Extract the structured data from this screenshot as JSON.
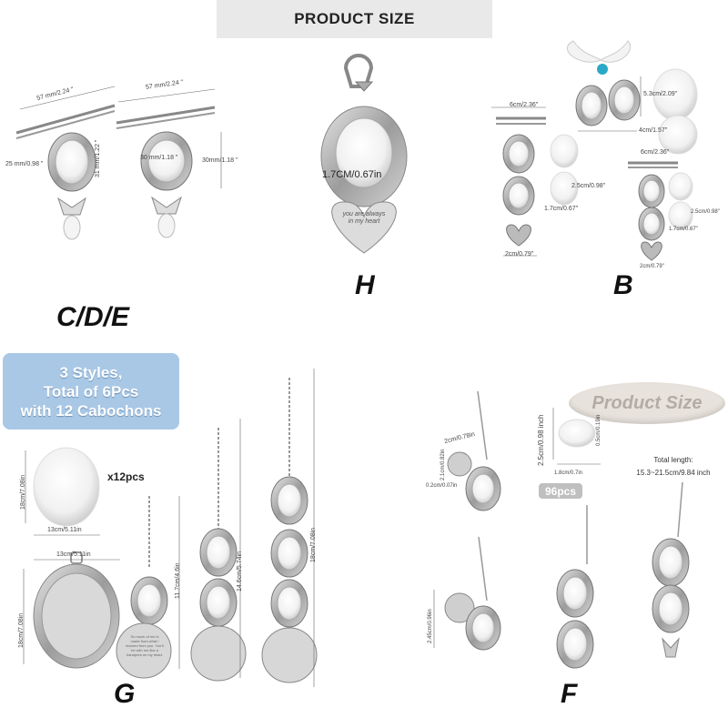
{
  "banner": {
    "title": "PRODUCT SIZE"
  },
  "labels": {
    "cde": "C/D/E",
    "h": "H",
    "b": "B",
    "g": "G",
    "f": "F"
  },
  "cde_dims": {
    "pin_length_a": "57 mm/2.24 \"",
    "pin_length_b": "57 mm/2.24 \"",
    "pendant_width_a": "25 mm/0.98 \"",
    "pendant_height_a": "31 mm/1.22 \"",
    "pendant_width_b": "30 mm/1.18 \"",
    "pendant_height_b": "30mm/1.18 \""
  },
  "h_dims": {
    "width": "1.7CM/0.67in",
    "heart_text": "you are always in my heart"
  },
  "b_dims": {
    "pin_a": "6cm/2.36\"",
    "cab_large": "2.5cm/0.98\"",
    "cab_small": "1.7cm/0.67\"",
    "heart": "2cm/0.79\"",
    "ribbon_oval": "5.3cm/2.09\"",
    "ribbon_width": "4cm/1.57\"",
    "pin_b": "6cm/2.36\"",
    "cab_large_b": "2.5cm/0.98\"",
    "cab_small_b": "1.7cm/0.67\"",
    "heart_b": "2cm/0.79\""
  },
  "g_section": {
    "styles_line1": "3 Styles,",
    "styles_line2": "Total of 6Pcs",
    "styles_line3": "with 12 Cabochons",
    "cab_height": "18cm/7.08in",
    "cab_width": "13cm/5.11in",
    "cab_count": "x12pcs",
    "frame_width": "13cm/5.11in",
    "frame_height": "18cm/7.08in",
    "len1": "11.7cm/4.6in",
    "len2": "14.6cm/5.74in",
    "len3": "18cm/7.08in",
    "coin_text": "So much of me is made from what I learned from you. You'll be with me like a handprint on my heart."
  },
  "f_section": {
    "product_size": "Product Size",
    "dim_a": "2cm/0.78in",
    "dim_b": "2.1cm/0.82in",
    "dim_c": "0.2cm/0.07in",
    "dim_d": "2.45cm/0.96in",
    "cab_h": "2.5cm/0.98 inch",
    "cab_w": "1.8cm/0.7in",
    "cab_t": "0.5cm/0.19in",
    "count": "96pcs",
    "total_label": "Total length:",
    "total_value": "15.3~21.5cm/9.84 inch"
  }
}
